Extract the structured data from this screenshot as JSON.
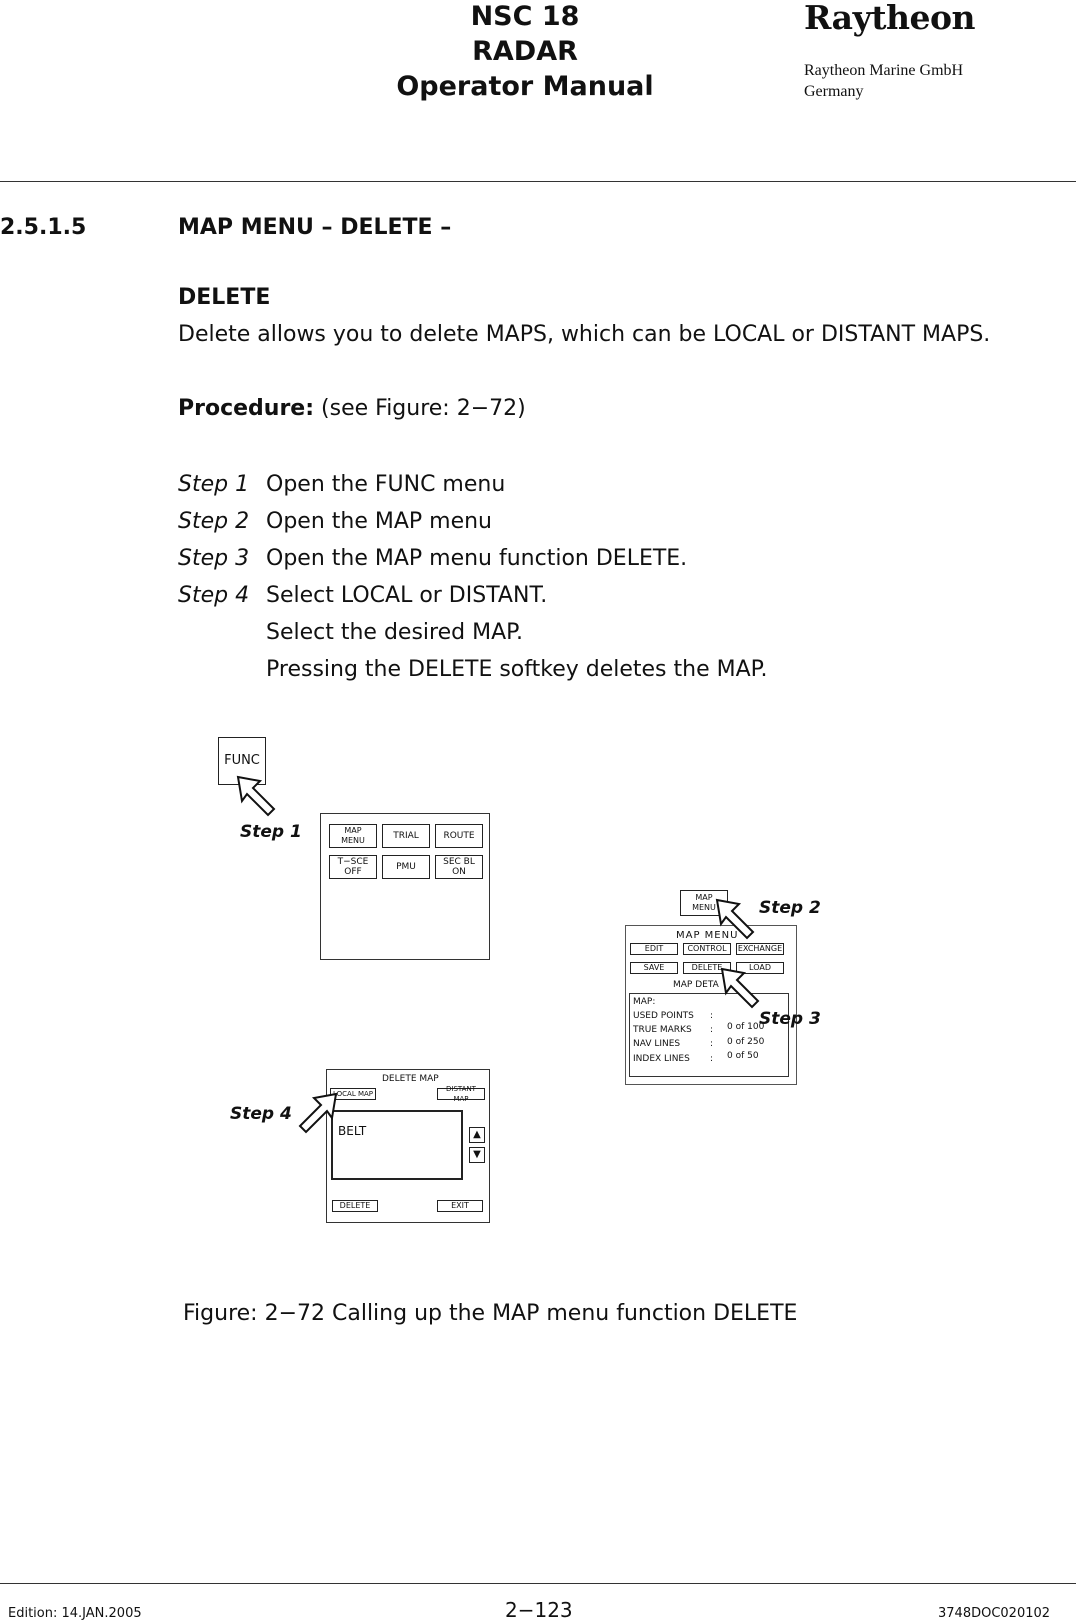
{
  "header": {
    "title_line1": "NSC 18",
    "title_line2": "RADAR",
    "title_line3": "Operator Manual",
    "logo": "Raytheon",
    "company": "Raytheon Marine GmbH",
    "country": "Germany"
  },
  "section": {
    "number": "2.5.1.5",
    "title": "MAP MENU – DELETE –",
    "subheading": "DELETE",
    "paragraph": "Delete allows you to delete MAPS, which can be LOCAL or DISTANT MAPS.",
    "procedure_label": "Procedure:",
    "procedure_ref": "(see Figure: 2−72)"
  },
  "steps": [
    {
      "label": "Step 1",
      "text": "Open the FUNC menu"
    },
    {
      "label": "Step 2",
      "text": "Open the MAP menu"
    },
    {
      "label": "Step 3",
      "text": "Open the MAP menu function DELETE."
    },
    {
      "label": "Step 4",
      "text": "Select LOCAL or DISTANT."
    },
    {
      "label": "",
      "text": "Select the desired MAP."
    },
    {
      "label": "",
      "text": "Pressing the DELETE softkey deletes the MAP."
    }
  ],
  "figure": {
    "func_key": "FUNC",
    "step1": "Step 1",
    "step2": "Step 2",
    "step3": "Step 3",
    "step4": "Step 4",
    "func_menu": {
      "map_menu_l1": "MAP",
      "map_menu_l2": "MENU",
      "trial": "TRIAL",
      "route": "ROUTE",
      "tsce_l1": "T−SCE",
      "tsce_l2": "OFF",
      "pmu": "PMU",
      "secbl_l1": "SEC BL",
      "secbl_l2": "ON"
    },
    "map_menu": {
      "key_l1": "MAP",
      "key_l2": "MENU",
      "title": "MAP MENU",
      "edit": "EDIT",
      "control": "CONTROL",
      "exchange": "EXCHANGE",
      "save": "SAVE",
      "delete": "DELETE",
      "load": "LOAD",
      "details_title": "MAP DETA",
      "map_label": "MAP:",
      "rows": [
        {
          "label": "USED  POINTS",
          "colon": ":",
          "value": ""
        },
        {
          "label": "TRUE MARKS",
          "colon": ":",
          "value": "0   of   100"
        },
        {
          "label": "NAV  LINES",
          "colon": ":",
          "value": "0   of   250"
        },
        {
          "label": "INDEX LINES",
          "colon": ":",
          "value": "0   of     50"
        }
      ]
    },
    "delete_map": {
      "title": "DELETE MAP",
      "local": "LOCAL MAP",
      "distant": "DISTANT MAP",
      "entry": "BELT",
      "up": "▲",
      "down": "▼",
      "delete": "DELETE",
      "exit": "EXIT"
    },
    "caption": "Figure: 2−72 Calling up the MAP menu function DELETE"
  },
  "footer": {
    "edition": "Edition: 14.JAN.2005",
    "page": "2−123",
    "doc": "3748DOC020102"
  }
}
